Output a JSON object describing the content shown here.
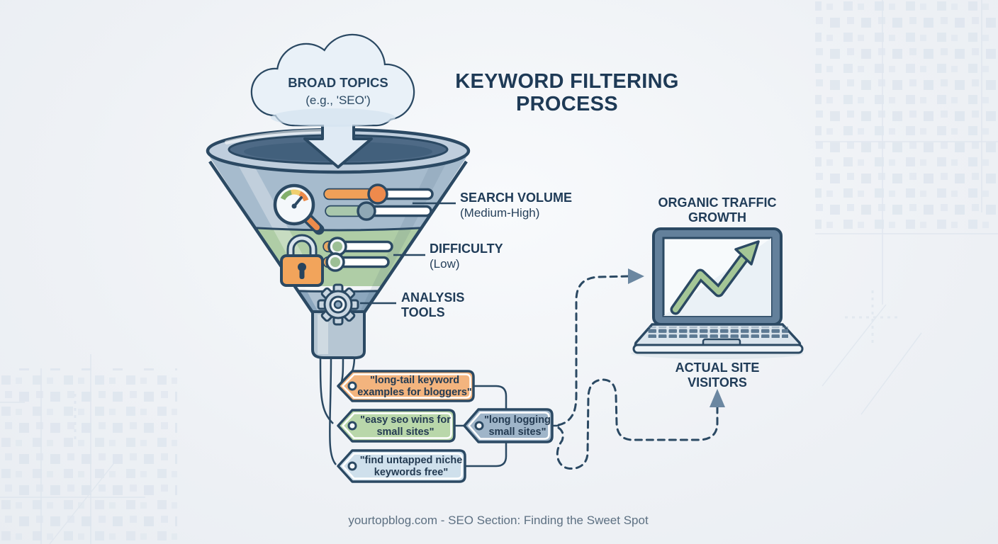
{
  "title": {
    "line1": "KEYWORD FILTERING",
    "line2": "PROCESS"
  },
  "cloud": {
    "line1": "BROAD TOPICS",
    "line2": "(e.g., 'SEO')"
  },
  "funnel_stages": [
    {
      "label": "SEARCH VOLUME",
      "sublabel": "(Medium-High)"
    },
    {
      "label": "DIFFICULTY",
      "sublabel": "(Low)"
    },
    {
      "label": "ANALYSIS",
      "sublabel": "TOOLS"
    }
  ],
  "tags": [
    {
      "line1": "\"long-tail keyword",
      "line2": "examples for bloggers\"",
      "color": "#f3b47e"
    },
    {
      "line1": "\"easy seo wins for",
      "line2": "small sites\"",
      "color": "#b9d7aa"
    },
    {
      "line1": "\"find untapped niche",
      "line2": "keywords free\"",
      "color": "#cfe0ec"
    },
    {
      "line1": "\"long logging",
      "line2": "small sites\"",
      "color": "#9fb5c9"
    }
  ],
  "outcomes": {
    "traffic_line1": "ORGANIC TRAFFIC",
    "traffic_line2": "GROWTH",
    "visitors_line1": "ACTUAL SITE",
    "visitors_line2": "VISITORS"
  },
  "footer": "yourtopblog.com - SEO Section: Finding the Sweet Spot",
  "colors": {
    "outline_navy": "#2b4963",
    "accent_orange": "#ee8a4c",
    "accent_green": "#a4c696",
    "funnel_blue": "#a6bbcd",
    "funnel_green": "#afcda6",
    "rim_dark": "#4e6a86",
    "background": "#eef1f5"
  }
}
